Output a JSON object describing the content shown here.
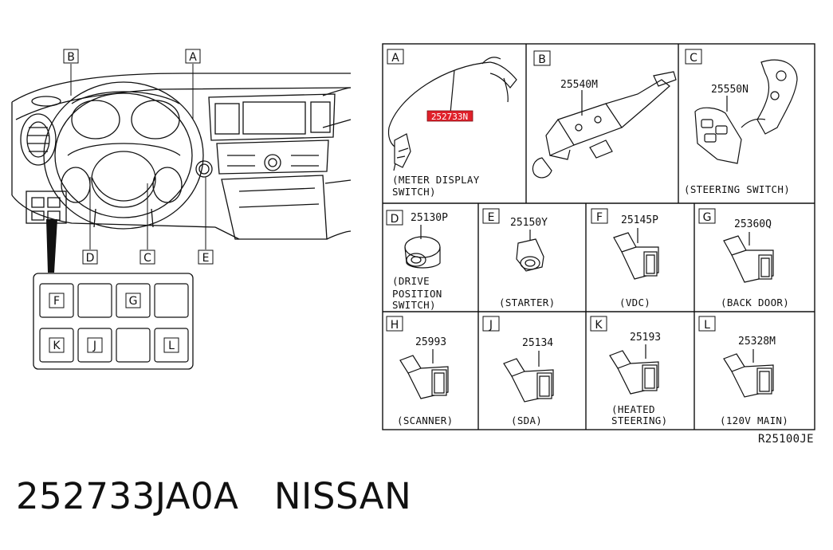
{
  "dashboard": {
    "callouts": [
      "A",
      "B",
      "C",
      "D",
      "E"
    ],
    "switch_grid": [
      "F",
      "",
      "G",
      "",
      "K",
      "J",
      "",
      "L"
    ]
  },
  "cells": [
    {
      "id": "A",
      "part": "252733N",
      "caption": [
        "(METER DISPLAY",
        "SWITCH)"
      ],
      "highlight": true
    },
    {
      "id": "B",
      "part": "25540M",
      "caption": []
    },
    {
      "id": "C",
      "part": "25550N",
      "caption": [
        "(STEERING SWITCH)"
      ]
    },
    {
      "id": "D",
      "part": "25130P",
      "caption": [
        "(DRIVE",
        "POSITION",
        "SWITCH)"
      ]
    },
    {
      "id": "E",
      "part": "25150Y",
      "caption": [
        "(STARTER)"
      ]
    },
    {
      "id": "F",
      "part": "25145P",
      "caption": [
        "(VDC)"
      ]
    },
    {
      "id": "G",
      "part": "25360Q",
      "caption": [
        "(BACK DOOR)"
      ]
    },
    {
      "id": "H",
      "part": "25993",
      "caption": [
        "(SCANNER)"
      ]
    },
    {
      "id": "J",
      "part": "25134",
      "caption": [
        "(SDA)"
      ]
    },
    {
      "id": "K",
      "part": "25193",
      "caption": [
        "(HEATED",
        "STEERING)"
      ]
    },
    {
      "id": "L",
      "part": "25328M",
      "caption": [
        "(120V MAIN)"
      ]
    }
  ],
  "reference_code": "R25100JE",
  "footer": {
    "part_number": "252733JA0A",
    "brand": "NISSAN"
  },
  "colors": {
    "highlight": "#e0202a",
    "line": "#111111"
  }
}
